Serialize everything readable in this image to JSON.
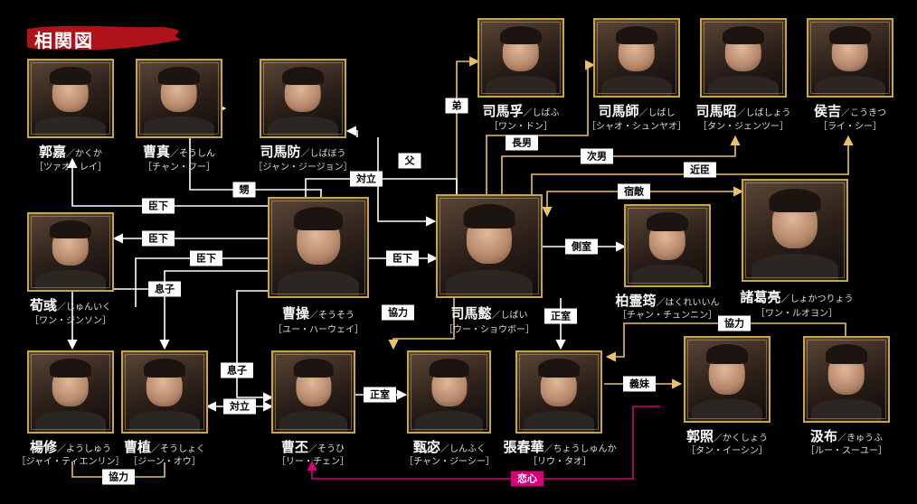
{
  "title": "相関図",
  "colors": {
    "line": "#ffffff",
    "gold_line": "#e8c16a",
    "love_line": "#d6007a",
    "frame": "#c9a544"
  },
  "characters": {
    "kakuka": {
      "name": "郭嘉",
      "reading": "／かくか",
      "actor": "［ツァオ・レイ］"
    },
    "soushin": {
      "name": "曹真",
      "reading": "／そうしん",
      "actor": "［チャン・フー］"
    },
    "shibabou": {
      "name": "司馬防",
      "reading": "／しばぼう",
      "actor": "［ジャン・ジージョン］"
    },
    "shibafu": {
      "name": "司馬孚",
      "reading": "／しばふ",
      "actor": "［ワン・ドン］"
    },
    "shibashi": {
      "name": "司馬師",
      "reading": "／しばし",
      "actor": "［シャオ・シュンヤオ］"
    },
    "shibashou": {
      "name": "司馬昭",
      "reading": "／しばしょう",
      "actor": "［タン・ジェンツー］"
    },
    "koukitsu": {
      "name": "侯吉",
      "reading": "／こうきつ",
      "actor": "［ライ・シー］"
    },
    "junik": {
      "name": "荀彧",
      "reading": "／じゅんいく",
      "actor": "［ワン・ジンソン］"
    },
    "sousou": {
      "name": "曹操",
      "reading": "／そうそう",
      "actor": "［ユー・ハーウェイ］"
    },
    "shibai": {
      "name": "司馬懿",
      "reading": "／しばい",
      "actor": "［ウー・ショウボー］"
    },
    "hakureiin": {
      "name": "柏霊筠",
      "reading": "／はくれいいん",
      "actor": "［チャン・チュンニン］"
    },
    "shokatsu": {
      "name": "諸葛亮",
      "reading": "／しょかつりょう",
      "actor": "［ワン・ルオヨン］"
    },
    "youshuu": {
      "name": "楊修",
      "reading": "／ようしゅう",
      "actor": "［ジャイ・ティエンリン］"
    },
    "soushoku": {
      "name": "曹植",
      "reading": "／そうしょく",
      "actor": "［ジーン・オウ］"
    },
    "souhi": {
      "name": "曹丕",
      "reading": "／そうひ",
      "actor": "［リー・チェン］"
    },
    "shinfuku": {
      "name": "甄宓",
      "reading": "／しんふく",
      "actor": "［チャン・ジーシー］"
    },
    "choushunka": {
      "name": "張春華",
      "reading": "／ちょうしゅんか",
      "actor": "［リウ・タオ］"
    },
    "kakushou": {
      "name": "郭照",
      "reading": "／かくしょう",
      "actor": "［タン・イーシン］"
    },
    "kyuufu": {
      "name": "汲布",
      "reading": "／きゅうふ",
      "actor": "［ルー・スーユー］"
    }
  },
  "relations": {
    "otouto": "弟",
    "chounan": "長男",
    "jinan": "次男",
    "kinshin": "近臣",
    "chichi": "父",
    "shukuteki": "宿敵",
    "taiketsu_top": "対立",
    "oi": "甥",
    "shinka1": "臣下",
    "shinka2": "臣下",
    "shinka3": "臣下",
    "shinka4": "臣下",
    "sokushitsu": "側室",
    "musuko1": "息子",
    "musuko2": "息子",
    "kyouryoku_top": "協力",
    "kyouryoku_mid": "協力",
    "seishitsu1": "正室",
    "seishitsu2": "正室",
    "taiketsu_bottom": "対立",
    "gimai": "義妹",
    "renshin": "恋心",
    "kyouryoku_bottom": "協力"
  }
}
